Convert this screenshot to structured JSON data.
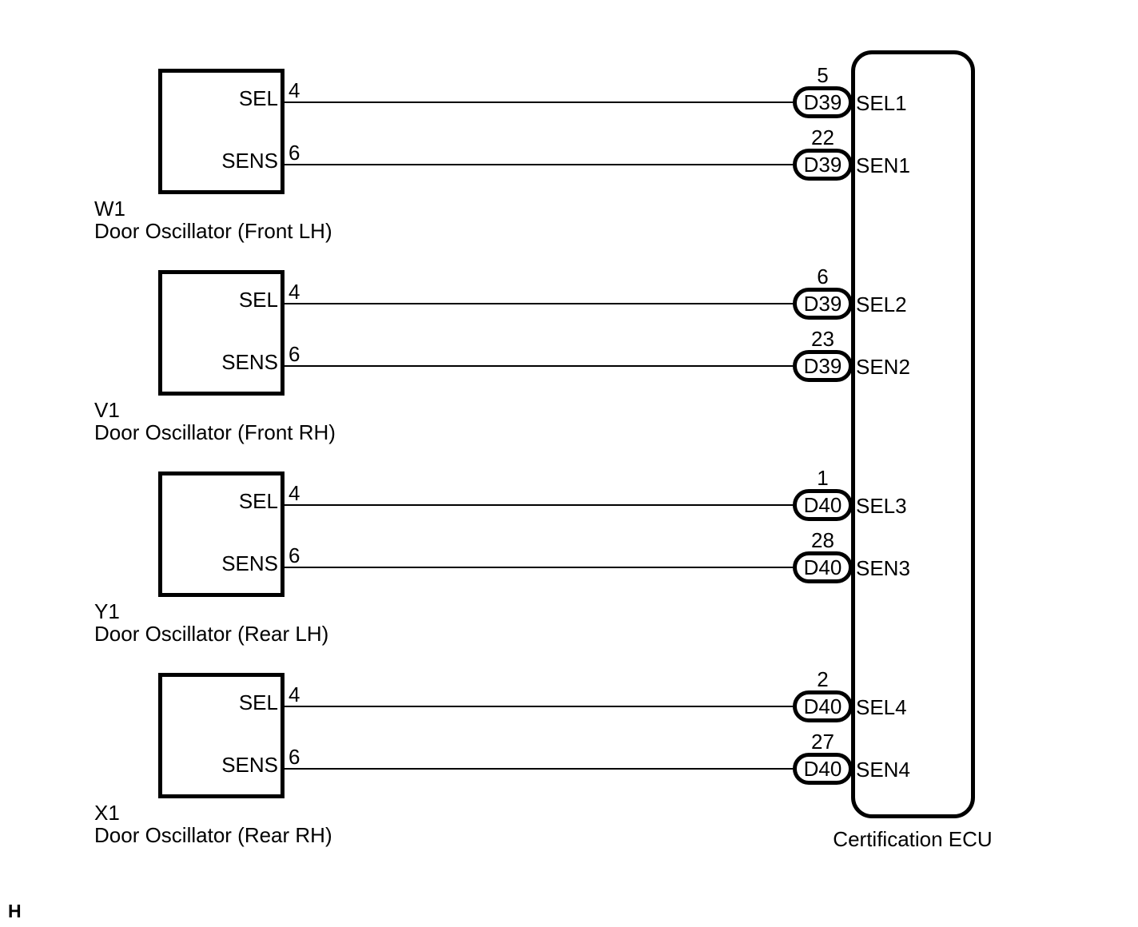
{
  "page_letter": "H",
  "ecu": {
    "label": "Certification ECU"
  },
  "blocks": [
    {
      "id": "W1",
      "name": "Door Oscillator (Front LH)",
      "pins": [
        {
          "side_label": "SEL",
          "side_pin": "4",
          "ecu_pin": "5",
          "connector": "D39",
          "signal": "SEL1"
        },
        {
          "side_label": "SENS",
          "side_pin": "6",
          "ecu_pin": "22",
          "connector": "D39",
          "signal": "SEN1"
        }
      ]
    },
    {
      "id": "V1",
      "name": "Door Oscillator (Front RH)",
      "pins": [
        {
          "side_label": "SEL",
          "side_pin": "4",
          "ecu_pin": "6",
          "connector": "D39",
          "signal": "SEL2"
        },
        {
          "side_label": "SENS",
          "side_pin": "6",
          "ecu_pin": "23",
          "connector": "D39",
          "signal": "SEN2"
        }
      ]
    },
    {
      "id": "Y1",
      "name": "Door Oscillator (Rear LH)",
      "pins": [
        {
          "side_label": "SEL",
          "side_pin": "4",
          "ecu_pin": "1",
          "connector": "D40",
          "signal": "SEL3"
        },
        {
          "side_label": "SENS",
          "side_pin": "6",
          "ecu_pin": "28",
          "connector": "D40",
          "signal": "SEN3"
        }
      ]
    },
    {
      "id": "X1",
      "name": "Door Oscillator (Rear RH)",
      "pins": [
        {
          "side_label": "SEL",
          "side_pin": "4",
          "ecu_pin": "2",
          "connector": "D40",
          "signal": "SEL4"
        },
        {
          "side_label": "SENS",
          "side_pin": "6",
          "ecu_pin": "27",
          "connector": "D40",
          "signal": "SEN4"
        }
      ]
    }
  ]
}
